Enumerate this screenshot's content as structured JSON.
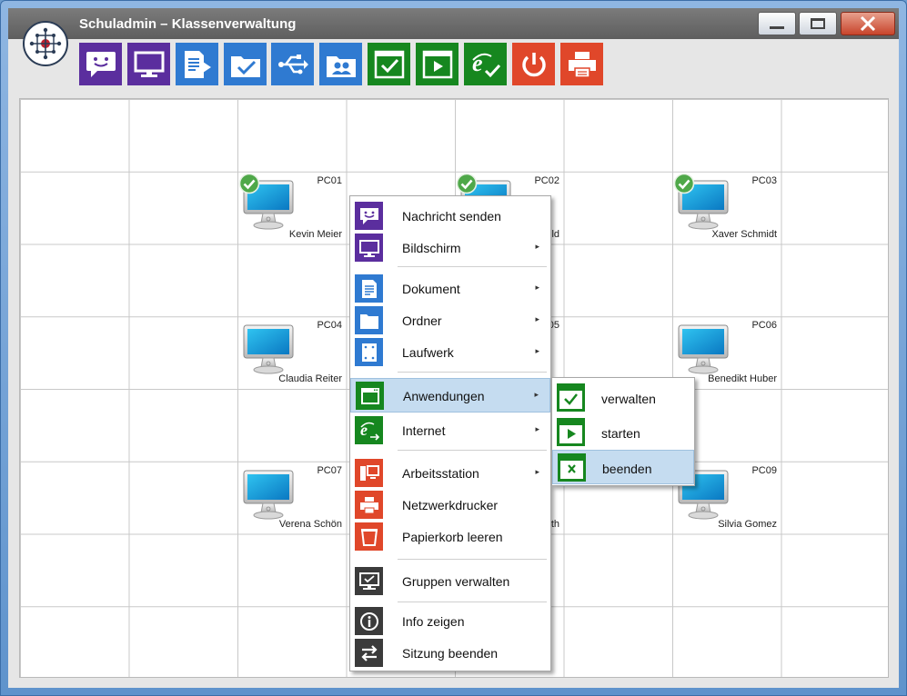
{
  "window": {
    "title": "Schuladmin – Klassenverwaltung"
  },
  "toolbar": [
    {
      "name": "message-icon",
      "color": "#5b2e9e"
    },
    {
      "name": "monitor-icon",
      "color": "#5b2e9e"
    },
    {
      "name": "document-send-icon",
      "color": "#2f7ad1"
    },
    {
      "name": "folder-check-icon",
      "color": "#2f7ad1"
    },
    {
      "name": "usb-icon",
      "color": "#2f7ad1"
    },
    {
      "name": "user-folder-icon",
      "color": "#2f7ad1"
    },
    {
      "name": "app-check-icon",
      "color": "#16871f"
    },
    {
      "name": "app-start-icon",
      "color": "#16871f"
    },
    {
      "name": "internet-check-icon",
      "color": "#16871f"
    },
    {
      "name": "power-icon",
      "color": "#e0472a"
    },
    {
      "name": "printer-icon",
      "color": "#e0472a"
    }
  ],
  "computers": [
    {
      "name": "PC01",
      "user": "Kevin Meier",
      "online": true
    },
    {
      "name": "PC02",
      "user": "ld",
      "online": true
    },
    {
      "name": "PC03",
      "user": "Xaver Schmidt",
      "online": true
    },
    {
      "name": "PC04",
      "user": "Claudia Reiter",
      "online": false
    },
    {
      "name": "05",
      "user": "",
      "online": false
    },
    {
      "name": "PC06",
      "user": "Benedikt Huber",
      "online": false
    },
    {
      "name": "PC07",
      "user": "Verena Schön",
      "online": false
    },
    {
      "name": "",
      "user": "th",
      "online": false
    },
    {
      "name": "PC09",
      "user": "Silvia Gomez",
      "online": false
    }
  ],
  "context_menu": {
    "items": [
      {
        "label": "Nachricht senden",
        "icon": "message-icon",
        "color": "#5b2e9e"
      },
      {
        "label": "Bildschirm",
        "icon": "monitor-icon",
        "color": "#5b2e9e",
        "submenu": true
      },
      {
        "label": "Dokument",
        "icon": "document-icon",
        "color": "#2f7ad1",
        "submenu": true
      },
      {
        "label": "Ordner",
        "icon": "folder-icon",
        "color": "#2f7ad1",
        "submenu": true
      },
      {
        "label": "Laufwerk",
        "icon": "drive-icon",
        "color": "#2f7ad1",
        "submenu": true
      },
      {
        "label": "Anwendungen",
        "icon": "application-icon",
        "color": "#16871f",
        "submenu": true,
        "highlighted": true
      },
      {
        "label": "Internet",
        "icon": "internet-icon",
        "color": "#16871f",
        "submenu": true
      },
      {
        "label": "Arbeitsstation",
        "icon": "workstation-icon",
        "color": "#e0472a",
        "submenu": true
      },
      {
        "label": "Netzwerkdrucker",
        "icon": "printer-icon",
        "color": "#e0472a"
      },
      {
        "label": "Papierkorb leeren",
        "icon": "trash-icon",
        "color": "#e0472a"
      },
      {
        "label": "Gruppen verwalten",
        "icon": "group-monitor-icon",
        "color": "#3b3b3b"
      },
      {
        "label": "Info zeigen",
        "icon": "info-icon",
        "color": "#3b3b3b"
      },
      {
        "label": "Sitzung beenden",
        "icon": "logout-arrows-icon",
        "color": "#3b3b3b"
      }
    ]
  },
  "submenu": {
    "items": [
      {
        "label": "verwalten",
        "icon": "app-check-icon",
        "color": "#16871f"
      },
      {
        "label": "starten",
        "icon": "app-play-icon",
        "color": "#16871f"
      },
      {
        "label": "beenden",
        "icon": "app-close-icon",
        "color": "#16871f",
        "highlighted": true
      }
    ]
  }
}
